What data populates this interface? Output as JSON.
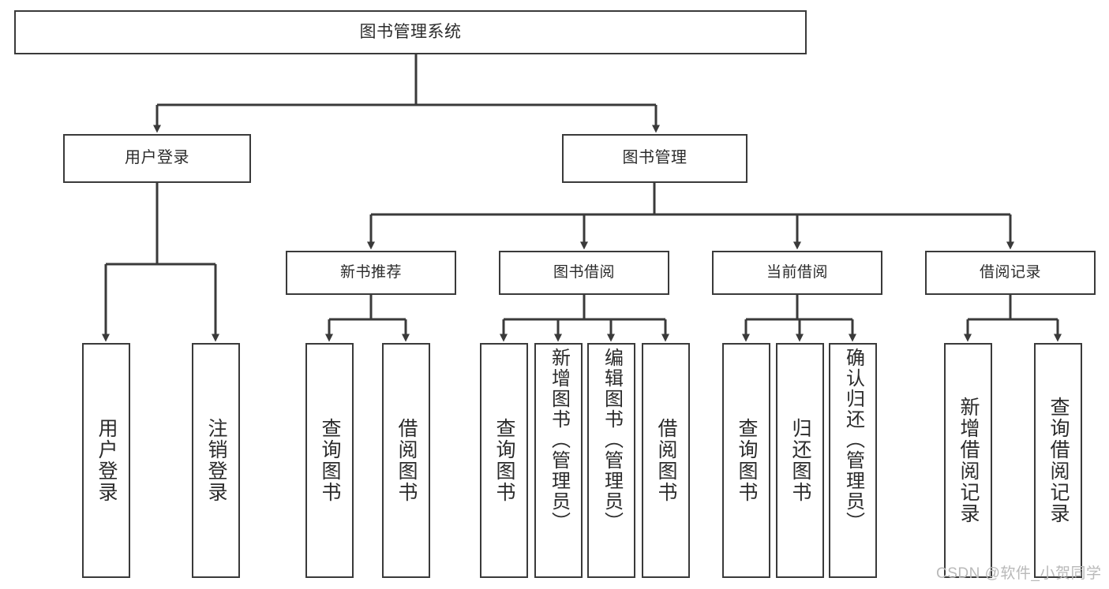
{
  "diagram": {
    "title": "图书管理系统",
    "type": "hierarchy-tree",
    "root": {
      "label": "图书管理系统"
    },
    "level1": [
      {
        "label": "用户登录"
      },
      {
        "label": "图书管理"
      }
    ],
    "level2": [
      {
        "label": "新书推荐"
      },
      {
        "label": "图书借阅"
      },
      {
        "label": "当前借阅"
      },
      {
        "label": "借阅记录"
      }
    ],
    "leaves": {
      "user_login": [
        {
          "label": "用户登录"
        },
        {
          "label": "注销登录"
        }
      ],
      "new_book_recommend": [
        {
          "label": "查询图书"
        },
        {
          "label": "借阅图书"
        }
      ],
      "book_borrow": [
        {
          "label": "查询图书"
        },
        {
          "label": "新增图书（管理员）"
        },
        {
          "label": "编辑图书（管理员）"
        },
        {
          "label": "借阅图书"
        }
      ],
      "current_borrow": [
        {
          "label": "查询图书"
        },
        {
          "label": "归还图书"
        },
        {
          "label": "确认归还（管理员）"
        }
      ],
      "borrow_records": [
        {
          "label": "新增借阅记录"
        },
        {
          "label": "查询借阅记录"
        }
      ]
    },
    "watermark": "CSDN @软件_小贺同学",
    "colors": {
      "stroke": "#3a3a3a",
      "background": "#ffffff",
      "text": "#2b2b2b",
      "watermark": "#b9b9b9"
    }
  }
}
